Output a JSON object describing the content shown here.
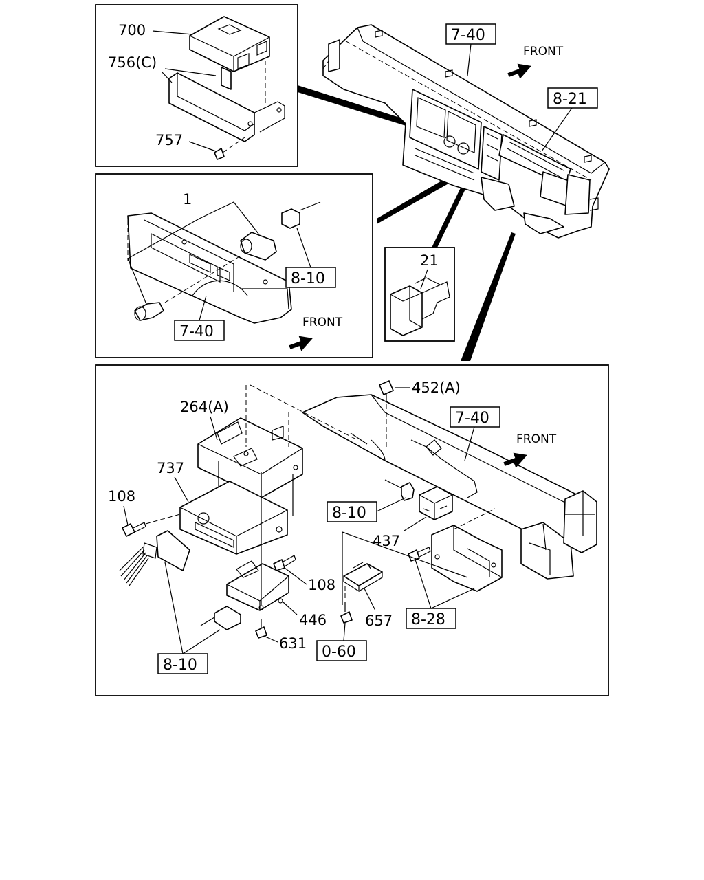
{
  "callouts": {
    "p700": "700",
    "p756c": "756(C)",
    "p757": "757",
    "p1": "1",
    "p21": "21",
    "p452a": "452(A)",
    "p264a": "264(A)",
    "p737": "737",
    "p108a": "108",
    "p108b": "108",
    "p437": "437",
    "p446": "446",
    "p657": "657",
    "p631": "631"
  },
  "references": {
    "r740_top": "7-40",
    "r821": "8-21",
    "r810_mid": "8-10",
    "r740_mid": "7-40",
    "r740_low": "7-40",
    "r810_low_a": "8-10",
    "r828": "8-28",
    "r060": "0-60",
    "r810_low_b": "8-10"
  },
  "direction_labels": {
    "front_top": "FRONT",
    "front_mid": "FRONT",
    "front_low": "FRONT"
  }
}
